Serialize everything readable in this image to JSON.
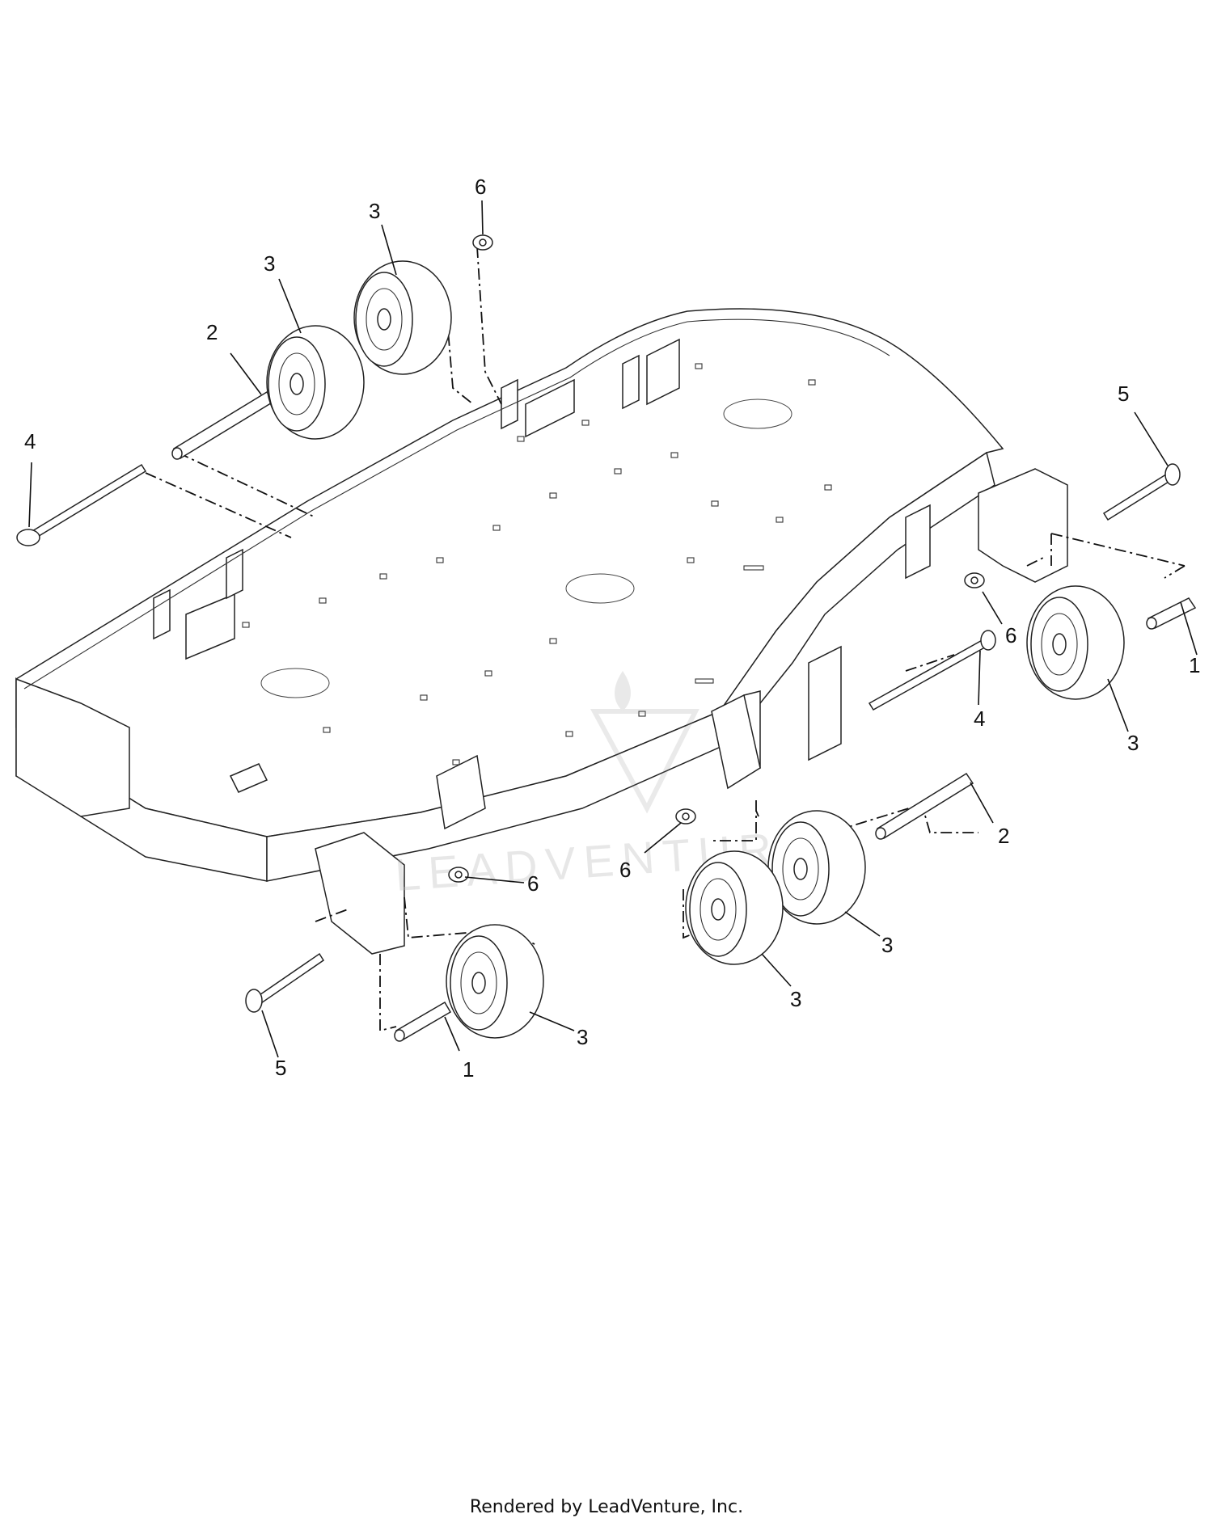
{
  "callouts": {
    "c1": "1",
    "c2": "2",
    "c3": "3",
    "c4": "4",
    "c5": "5",
    "c6": "6"
  },
  "watermark": "LEADVENTURE",
  "footer": "Rendered by LeadVenture, Inc."
}
